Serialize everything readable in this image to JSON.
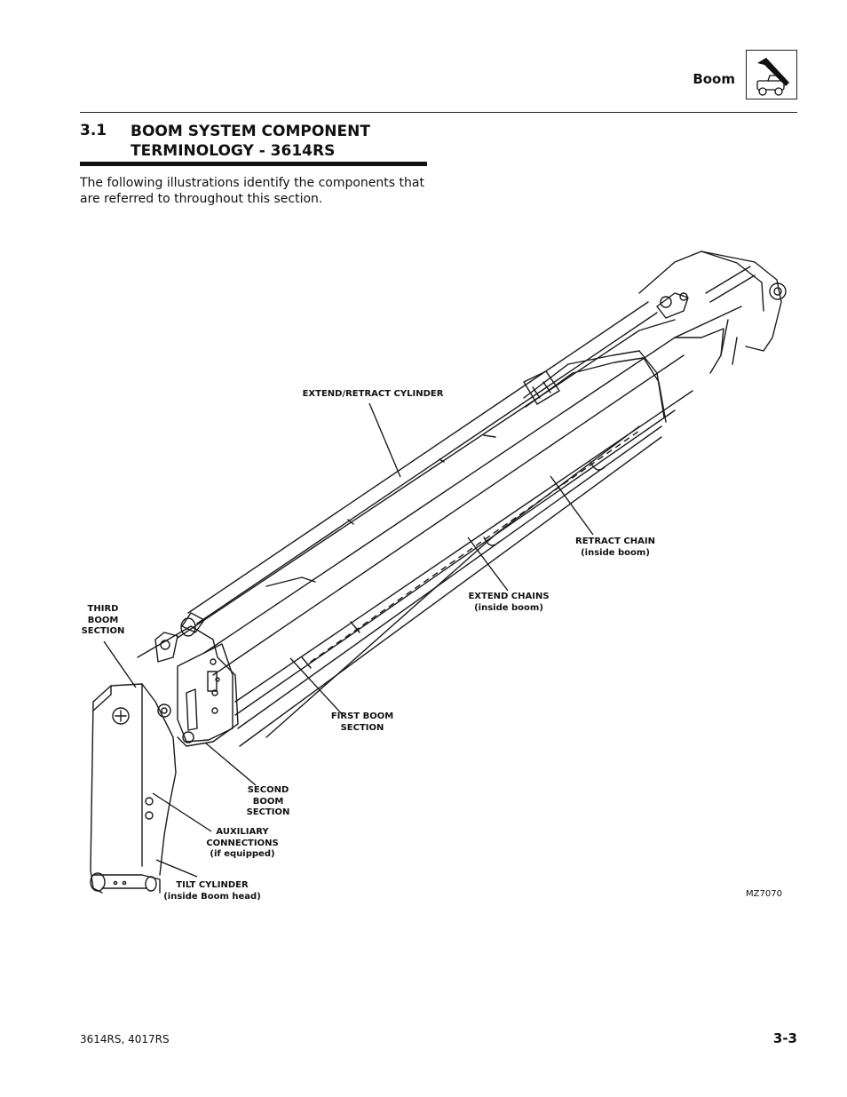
{
  "header": {
    "section_label": "Boom",
    "icon": "boom-machine-icon"
  },
  "section": {
    "number": "3.1",
    "title_line1": "BOOM SYSTEM COMPONENT",
    "title_line2": "TERMINOLOGY - 3614RS"
  },
  "intro": "The following illustrations identify the components that are referred to throughout this section.",
  "figure": {
    "id": "MZ7070",
    "callouts": {
      "extend_retract_cylinder": "EXTEND/RETRACT CYLINDER",
      "retract_chain": [
        "RETRACT CHAIN",
        "(inside boom)"
      ],
      "extend_chains": [
        "EXTEND CHAINS",
        "(inside boom)"
      ],
      "third_boom_section": [
        "THIRD",
        "BOOM",
        "SECTION"
      ],
      "first_boom_section": [
        "FIRST BOOM",
        "SECTION"
      ],
      "second_boom_section": [
        "SECOND",
        "BOOM",
        "SECTION"
      ],
      "auxiliary_connections": [
        "AUXILIARY",
        "CONNECTIONS",
        "(if equipped)"
      ],
      "tilt_cylinder": [
        "TILT CYLINDER",
        "(inside Boom head)"
      ]
    }
  },
  "footer": {
    "models": "3614RS, 4017RS",
    "page": "3-3"
  }
}
